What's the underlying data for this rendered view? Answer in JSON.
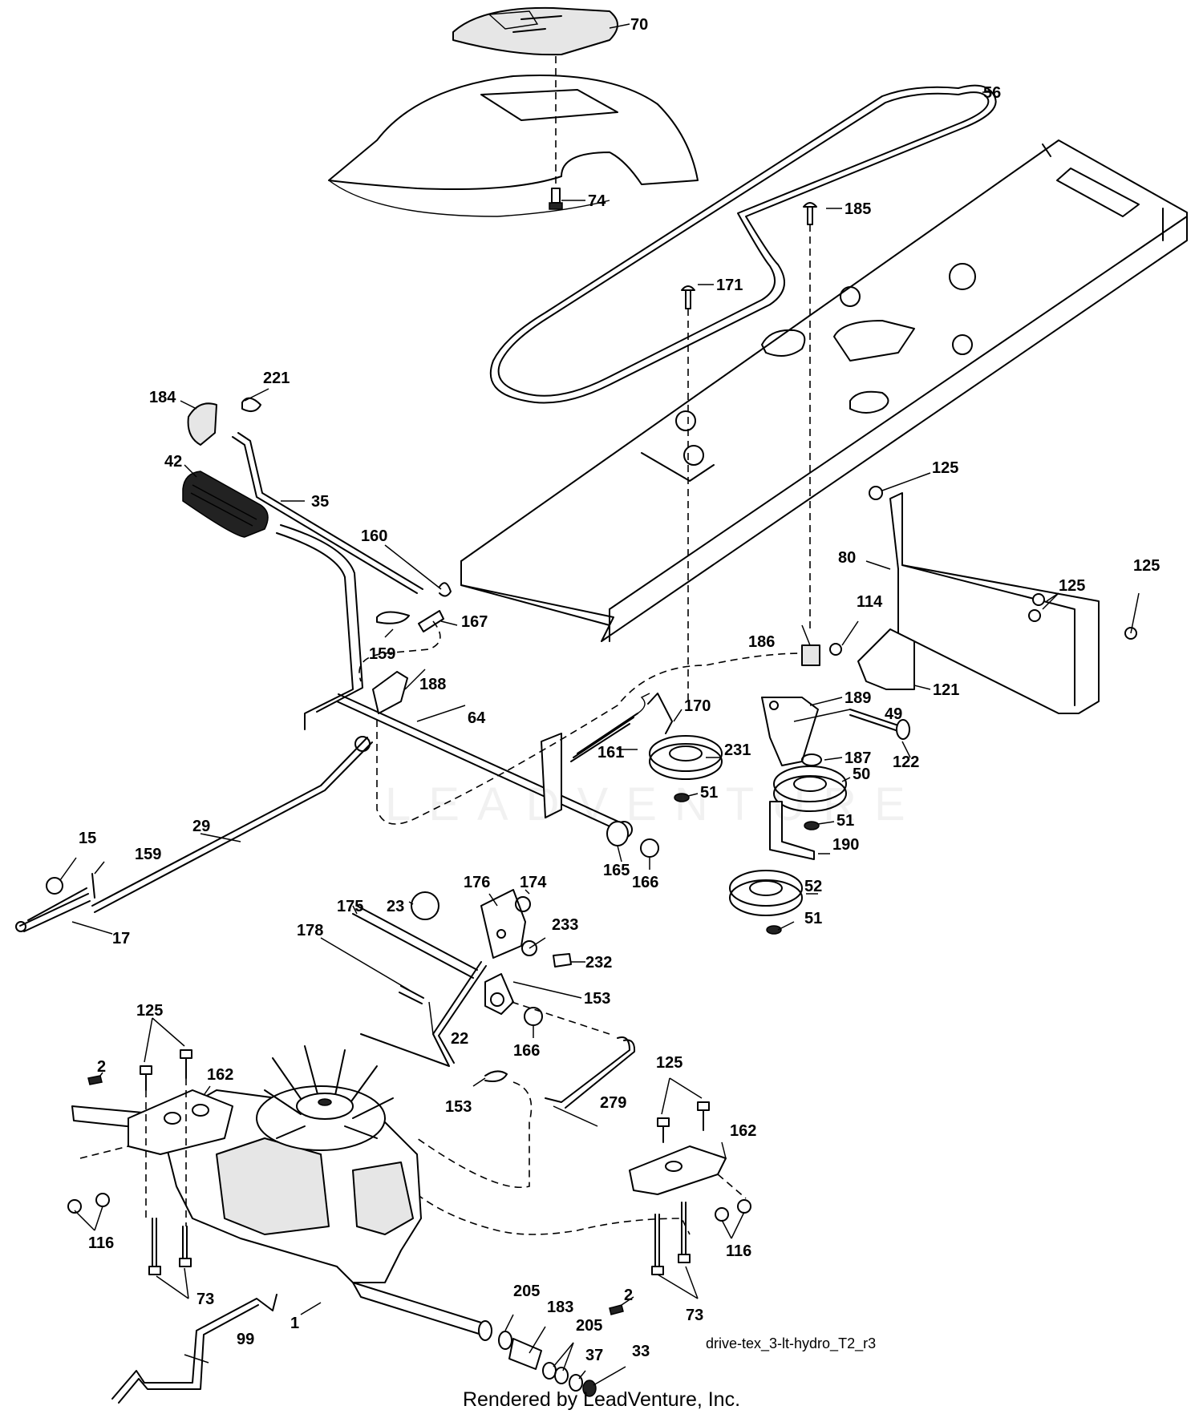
{
  "diagram": {
    "drawing_id": "drive-tex_3-lt-hydro_T2_r3",
    "footer": "Rendered by LeadVenture, Inc.",
    "watermark": "LEADVENTURE",
    "callouts": [
      {
        "id": "70",
        "text": "70"
      },
      {
        "id": "56",
        "text": "56"
      },
      {
        "id": "74",
        "text": "74"
      },
      {
        "id": "185",
        "text": "185"
      },
      {
        "id": "171",
        "text": "171"
      },
      {
        "id": "221",
        "text": "221"
      },
      {
        "id": "184",
        "text": "184"
      },
      {
        "id": "42",
        "text": "42"
      },
      {
        "id": "35",
        "text": "35"
      },
      {
        "id": "125a",
        "text": "125"
      },
      {
        "id": "160",
        "text": "160"
      },
      {
        "id": "80",
        "text": "80"
      },
      {
        "id": "125b",
        "text": "125"
      },
      {
        "id": "125c",
        "text": "125"
      },
      {
        "id": "167",
        "text": "167"
      },
      {
        "id": "114",
        "text": "114"
      },
      {
        "id": "159a",
        "text": "159"
      },
      {
        "id": "186",
        "text": "186"
      },
      {
        "id": "121",
        "text": "121"
      },
      {
        "id": "188",
        "text": "188"
      },
      {
        "id": "189",
        "text": "189"
      },
      {
        "id": "170",
        "text": "170"
      },
      {
        "id": "49",
        "text": "49"
      },
      {
        "id": "64",
        "text": "64"
      },
      {
        "id": "187",
        "text": "187"
      },
      {
        "id": "122",
        "text": "122"
      },
      {
        "id": "161",
        "text": "161"
      },
      {
        "id": "231",
        "text": "231"
      },
      {
        "id": "50",
        "text": "50"
      },
      {
        "id": "51a",
        "text": "51"
      },
      {
        "id": "29",
        "text": "29"
      },
      {
        "id": "51b",
        "text": "51"
      },
      {
        "id": "15",
        "text": "15"
      },
      {
        "id": "190",
        "text": "190"
      },
      {
        "id": "159b",
        "text": "159"
      },
      {
        "id": "165",
        "text": "165"
      },
      {
        "id": "166a",
        "text": "166"
      },
      {
        "id": "174",
        "text": "174"
      },
      {
        "id": "176",
        "text": "176"
      },
      {
        "id": "52",
        "text": "52"
      },
      {
        "id": "175",
        "text": "175"
      },
      {
        "id": "23",
        "text": "23"
      },
      {
        "id": "17",
        "text": "17"
      },
      {
        "id": "51c",
        "text": "51"
      },
      {
        "id": "233",
        "text": "233"
      },
      {
        "id": "178",
        "text": "178"
      },
      {
        "id": "232",
        "text": "232"
      },
      {
        "id": "153a",
        "text": "153"
      },
      {
        "id": "125d",
        "text": "125"
      },
      {
        "id": "22",
        "text": "22"
      },
      {
        "id": "166b",
        "text": "166"
      },
      {
        "id": "125e",
        "text": "125"
      },
      {
        "id": "2a",
        "text": "2"
      },
      {
        "id": "162a",
        "text": "162"
      },
      {
        "id": "153b",
        "text": "153"
      },
      {
        "id": "279",
        "text": "279"
      },
      {
        "id": "162b",
        "text": "162"
      },
      {
        "id": "116a",
        "text": "116"
      },
      {
        "id": "116b",
        "text": "116"
      },
      {
        "id": "73a",
        "text": "73"
      },
      {
        "id": "205a",
        "text": "205"
      },
      {
        "id": "2b",
        "text": "2"
      },
      {
        "id": "183",
        "text": "183"
      },
      {
        "id": "1",
        "text": "1"
      },
      {
        "id": "205b",
        "text": "205"
      },
      {
        "id": "73b",
        "text": "73"
      },
      {
        "id": "99",
        "text": "99"
      },
      {
        "id": "37",
        "text": "37"
      },
      {
        "id": "33",
        "text": "33"
      }
    ]
  }
}
